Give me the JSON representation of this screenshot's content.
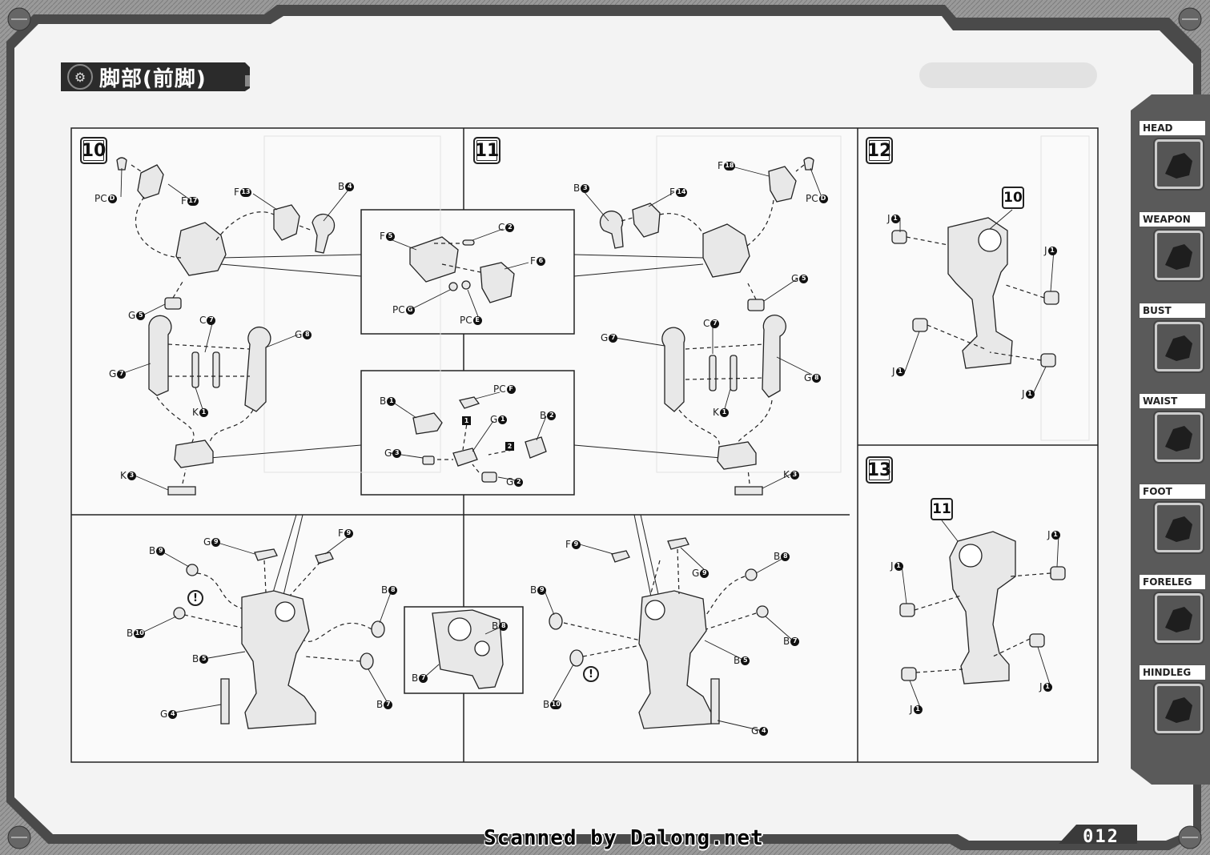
{
  "section_title": "脚部(前脚)",
  "page_number": "012",
  "credit": "Scanned by Dalong.net",
  "side_tabs": [
    {
      "label": "HEAD",
      "icon": "head-icon"
    },
    {
      "label": "WEAPON",
      "icon": "weapon-icon"
    },
    {
      "label": "BUST",
      "icon": "bust-icon"
    },
    {
      "label": "WAIST",
      "icon": "waist-icon"
    },
    {
      "label": "FOOT",
      "icon": "foot-icon"
    },
    {
      "label": "FORELEG",
      "icon": "foreleg-icon"
    },
    {
      "label": "HINDLEG",
      "icon": "hindleg-icon"
    }
  ],
  "steps": {
    "s10": "10",
    "s11": "11",
    "s12": "12",
    "s13": "13",
    "ref12": "10",
    "ref13": "11"
  },
  "parts": {
    "step10": [
      {
        "id": "pcd",
        "part": "PC",
        "num": "D"
      },
      {
        "id": "f17",
        "part": "F",
        "num": "17"
      },
      {
        "id": "f13",
        "part": "F",
        "num": "13"
      },
      {
        "id": "b4",
        "part": "B",
        "num": "4"
      },
      {
        "id": "g5",
        "part": "G",
        "num": "5"
      },
      {
        "id": "c7",
        "part": "C",
        "num": "7"
      },
      {
        "id": "g8",
        "part": "G",
        "num": "8"
      },
      {
        "id": "g7",
        "part": "G",
        "num": "7"
      },
      {
        "id": "k1",
        "part": "K",
        "num": "1"
      },
      {
        "id": "k3",
        "part": "K",
        "num": "3"
      }
    ],
    "inset_top": [
      {
        "id": "f5",
        "part": "F",
        "num": "5"
      },
      {
        "id": "c2",
        "part": "C",
        "num": "2"
      },
      {
        "id": "f6",
        "part": "F",
        "num": "6"
      },
      {
        "id": "pcg",
        "part": "PC",
        "num": "G"
      },
      {
        "id": "pce",
        "part": "PC",
        "num": "E"
      }
    ],
    "inset_mid": [
      {
        "id": "b1",
        "part": "B",
        "num": "1"
      },
      {
        "id": "pcf",
        "part": "PC",
        "num": "F"
      },
      {
        "id": "g1",
        "part": "G",
        "num": "1"
      },
      {
        "id": "b2",
        "part": "B",
        "num": "2"
      },
      {
        "id": "g3",
        "part": "G",
        "num": "3"
      },
      {
        "id": "g2",
        "part": "G",
        "num": "2"
      }
    ],
    "step11": [
      {
        "id": "f18",
        "part": "F",
        "num": "18"
      },
      {
        "id": "pcd",
        "part": "PC",
        "num": "D"
      },
      {
        "id": "b3",
        "part": "B",
        "num": "3"
      },
      {
        "id": "f14",
        "part": "F",
        "num": "14"
      },
      {
        "id": "g5",
        "part": "G",
        "num": "5"
      },
      {
        "id": "g7",
        "part": "G",
        "num": "7"
      },
      {
        "id": "c7",
        "part": "C",
        "num": "7"
      },
      {
        "id": "g8",
        "part": "G",
        "num": "8"
      },
      {
        "id": "k1",
        "part": "K",
        "num": "1"
      },
      {
        "id": "k3",
        "part": "K",
        "num": "3"
      }
    ],
    "lower_left": [
      {
        "id": "b9",
        "part": "B",
        "num": "9"
      },
      {
        "id": "g9",
        "part": "G",
        "num": "9"
      },
      {
        "id": "f9",
        "part": "F",
        "num": "9"
      },
      {
        "id": "b8",
        "part": "B",
        "num": "8"
      },
      {
        "id": "b10",
        "part": "B",
        "num": "10"
      },
      {
        "id": "b5",
        "part": "B",
        "num": "5"
      },
      {
        "id": "b7",
        "part": "B",
        "num": "7"
      },
      {
        "id": "g4",
        "part": "G",
        "num": "4"
      }
    ],
    "inset_low": [
      {
        "id": "b8",
        "part": "B",
        "num": "8"
      },
      {
        "id": "b7",
        "part": "B",
        "num": "7"
      }
    ],
    "lower_right": [
      {
        "id": "f9",
        "part": "F",
        "num": "9"
      },
      {
        "id": "g9",
        "part": "G",
        "num": "9"
      },
      {
        "id": "b8",
        "part": "B",
        "num": "8"
      },
      {
        "id": "b9",
        "part": "B",
        "num": "9"
      },
      {
        "id": "b7",
        "part": "B",
        "num": "7"
      },
      {
        "id": "b5",
        "part": "B",
        "num": "5"
      },
      {
        "id": "b10",
        "part": "B",
        "num": "10"
      },
      {
        "id": "g4",
        "part": "G",
        "num": "4"
      }
    ],
    "step12": [
      {
        "id": "j1a",
        "part": "J",
        "num": "1"
      },
      {
        "id": "j1b",
        "part": "J",
        "num": "1"
      },
      {
        "id": "j1c",
        "part": "J",
        "num": "1"
      },
      {
        "id": "j1d",
        "part": "J",
        "num": "1"
      }
    ],
    "step13": [
      {
        "id": "j1a",
        "part": "J",
        "num": "1"
      },
      {
        "id": "j1b",
        "part": "J",
        "num": "1"
      },
      {
        "id": "j1c",
        "part": "J",
        "num": "1"
      },
      {
        "id": "j1d",
        "part": "J",
        "num": "1"
      }
    ]
  },
  "sub_badges": {
    "one": "1",
    "two": "2"
  },
  "warning_glyph": "!",
  "colors": {
    "frame": "#4a4a4a",
    "paper": "#f2f2f2",
    "ink": "#222222",
    "tab_icon": "#555555"
  }
}
